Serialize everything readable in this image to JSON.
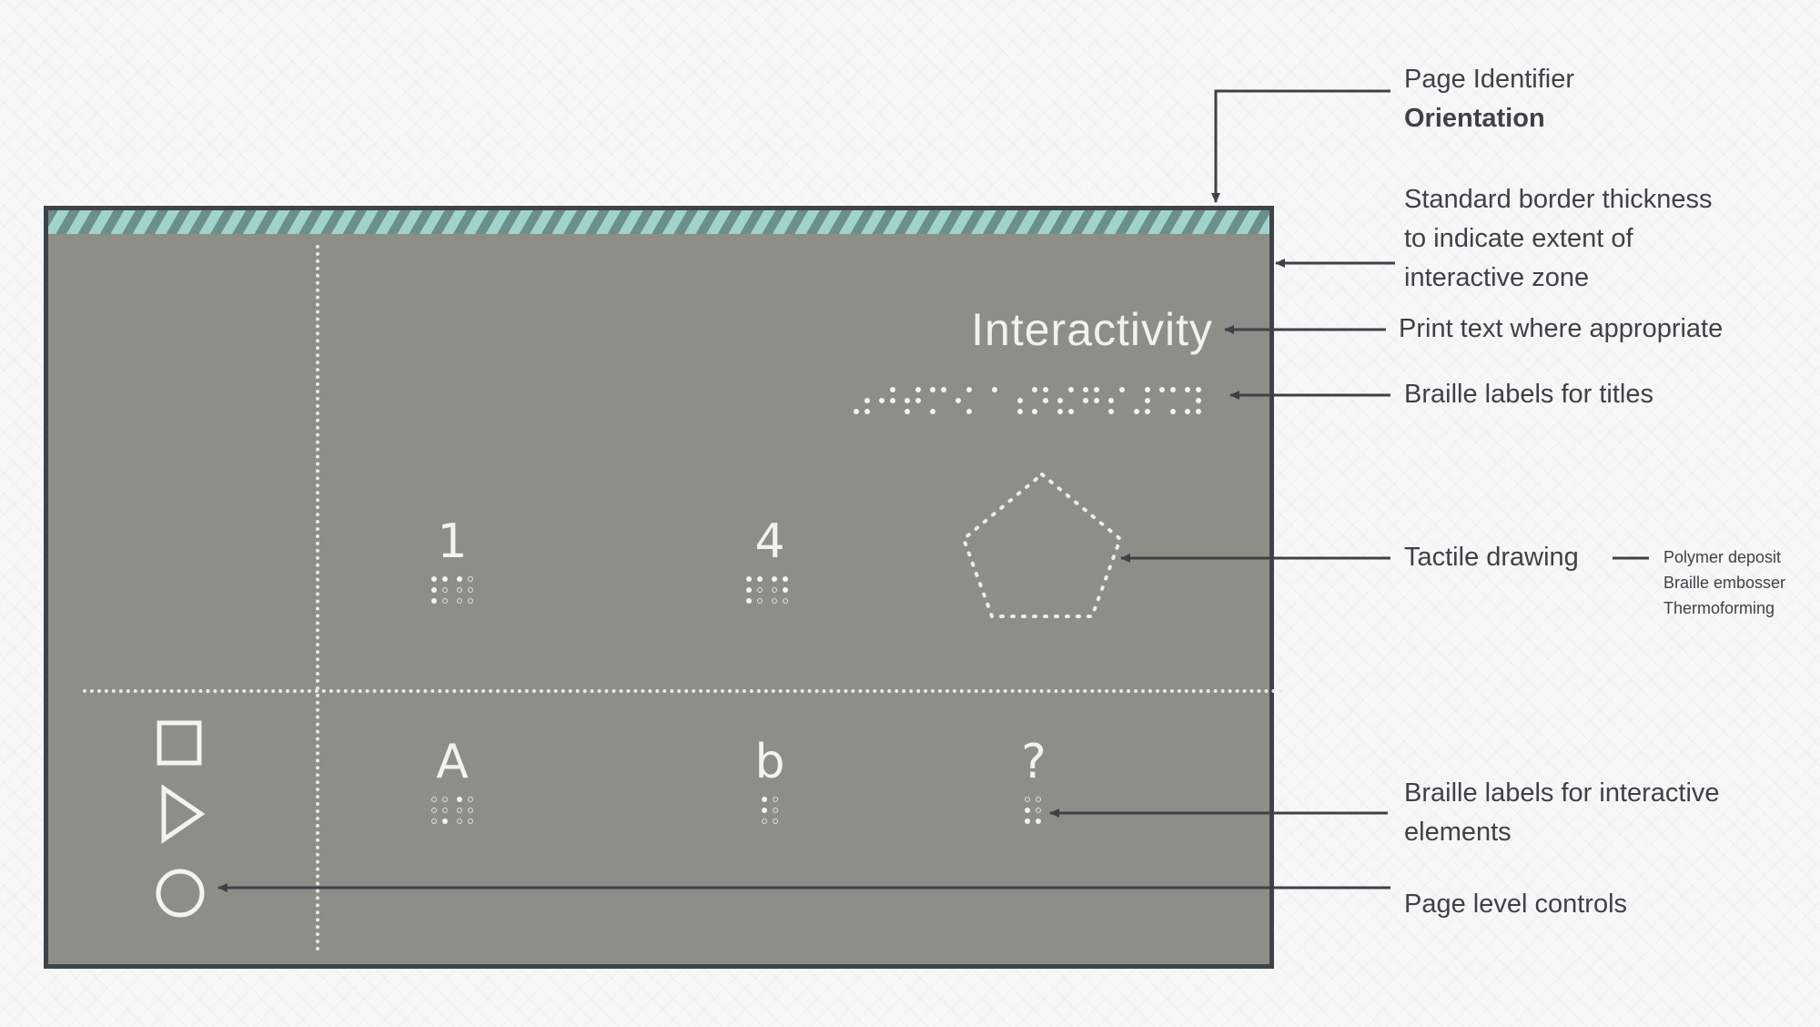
{
  "card": {
    "title": "Interactivity",
    "numbers": [
      "1",
      "4"
    ],
    "letters": [
      "A",
      "b",
      "?"
    ]
  },
  "annotations": {
    "page_identifier": "Page Identifier",
    "orientation": "Orientation",
    "border_line1": "Standard border thickness",
    "border_line2": "to indicate extent of",
    "border_line3": "interactive zone",
    "print_text": "Print text where appropriate",
    "braille_titles": "Braille labels for titles",
    "tactile_drawing": "Tactile drawing",
    "methods": [
      "Polymer deposit",
      "Braille embosser",
      "Thermoforming"
    ],
    "braille_interactive_line1": "Braille labels for interactive",
    "braille_interactive_line2": "elements",
    "page_controls": "Page level controls"
  },
  "colors": {
    "card_fill": "#8e8e88",
    "card_border": "#3e4347",
    "stripe_light": "#9fd3cc",
    "annotation_text": "#3d4246"
  },
  "icons": [
    "square-icon",
    "play-triangle-icon",
    "circle-icon",
    "pentagon-drawing"
  ]
}
